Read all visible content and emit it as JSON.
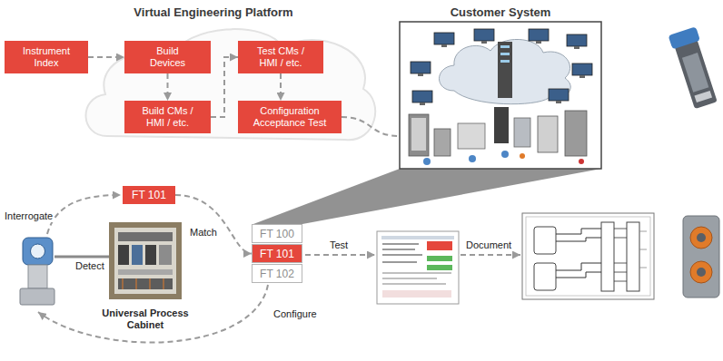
{
  "diagram": {
    "nodes": [
      {
        "text": [
          "Virtual Engineering Platform"
        ]
      },
      {
        "text": [
          "Instrument Index"
        ],
        "in": 0
      },
      {
        "text": [
          "Build Devices"
        ],
        "in": 0
      },
      {
        "text": [
          "Test CMs / HMI / etc."
        ],
        "in": 0
      },
      {
        "text": [
          "Build CMs / HMI / etc."
        ],
        "in": 0
      },
      {
        "text": [
          "Configuration Acceptance Test"
        ],
        "in": 0
      },
      {
        "text": [
          "Customer System"
        ]
      },
      {
        "text": [
          "FT 101"
        ]
      },
      {
        "text": [
          "Universal Process Cabinet"
        ]
      },
      {
        "text": [
          "FT 100"
        ]
      },
      {
        "text": [
          "FT 101"
        ]
      },
      {
        "text": [
          "FT 102"
        ]
      }
    ],
    "edges": [
      {
        "from": 1,
        "to": 2,
        "arrow": "to"
      },
      {
        "from": 2,
        "to": 4,
        "arrow": "to"
      },
      {
        "from": 4,
        "to": 3,
        "arrow": "to"
      },
      {
        "from": 3,
        "to": 5,
        "arrow": "to"
      },
      {
        "from": 5,
        "to": 6,
        "arrow": "none"
      },
      {
        "from": 7,
        "to": 10,
        "label": "Match",
        "arrow": "to"
      }
    ],
    "labels": [
      "Interrogate",
      "Detect",
      "Configure",
      "Test",
      "Document"
    ]
  }
}
